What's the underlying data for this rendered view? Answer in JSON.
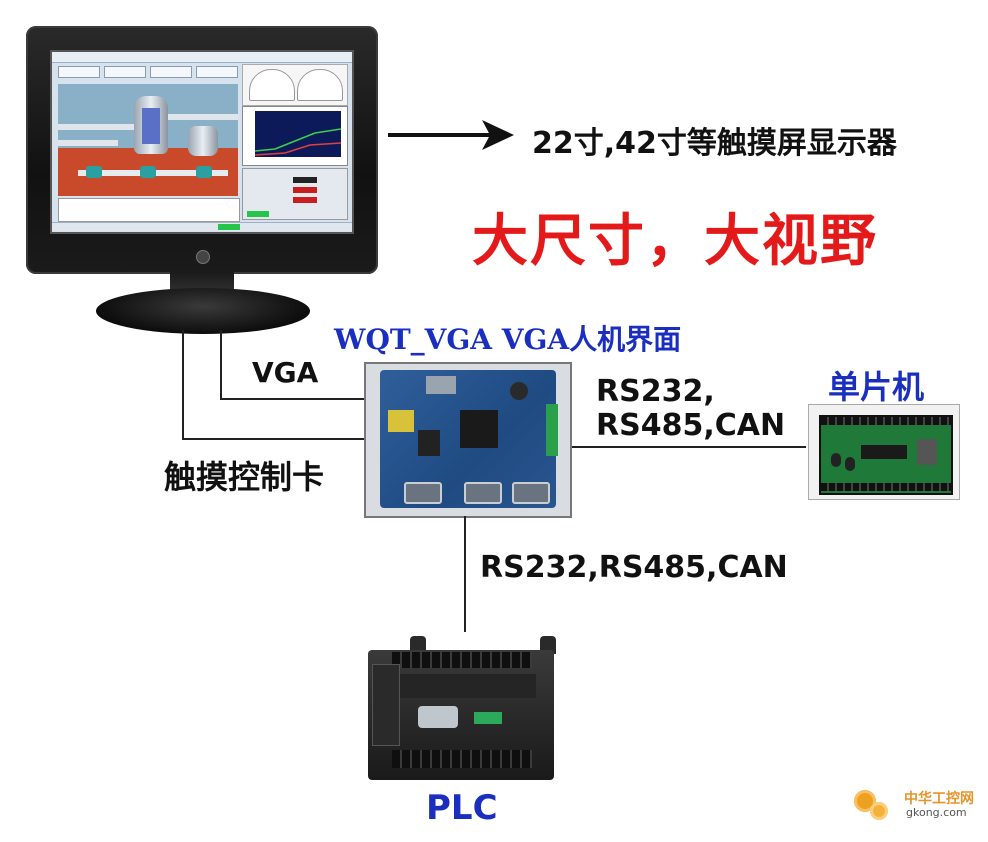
{
  "monitor": {
    "caption": "22寸,42寸等触摸屏显示器"
  },
  "headline": {
    "text": "大尺寸，大视野",
    "color": "#e41a1a"
  },
  "controller": {
    "title": "WQT_VGA VGA人机界面",
    "title_color": "#1a2fbf",
    "touch_label": "触摸控制卡"
  },
  "links": {
    "vga": "VGA",
    "mcu_line1": "RS232,",
    "mcu_line2": "RS485,CAN",
    "plc_link": "RS232,RS485,CAN"
  },
  "mcu": {
    "label": "单片机",
    "label_color": "#1a2fbf"
  },
  "plc": {
    "label": "PLC",
    "label_color": "#1a2fbf"
  },
  "watermark": {
    "brand": "中华工控网",
    "domain": "gkong.com",
    "brand_color": "#e8932a"
  },
  "icons": {
    "arrow": "arrow-right-icon",
    "monitor": "monitor-icon",
    "board": "controller-board-icon",
    "mcu": "microcontroller-icon",
    "plc": "plc-icon",
    "logo": "gear-logo-icon"
  }
}
